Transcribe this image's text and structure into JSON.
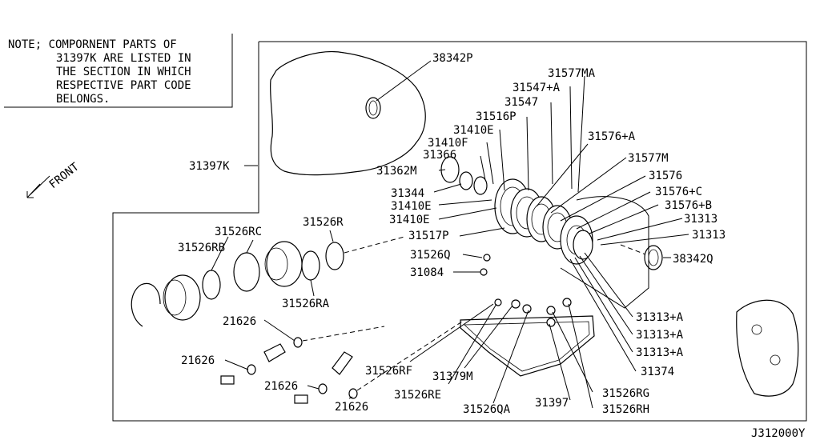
{
  "note": {
    "lines": [
      "NOTE; COMPORNENT PARTS OF",
      "31397K ARE LISTED IN",
      "THE SECTION IN WHICH",
      "RESPECTIVE PART CODE",
      "BELONGS."
    ]
  },
  "front_label": "FRONT",
  "diagram_code": "J312000Y",
  "part_labels": {
    "p38342P": "38342P",
    "p31577MA": "31577MA",
    "p31547A": "31547+A",
    "p31547": "31547",
    "p31516P": "31516P",
    "p31410E_1": "31410E",
    "p31410F": "31410F",
    "p31366": "31366",
    "p31362M": "31362M",
    "p31397K": "31397K",
    "p31576A": "31576+A",
    "p31577M": "31577M",
    "p31576": "31576",
    "p31576C": "31576+C",
    "p31576B": "31576+B",
    "p31313_1": "31313",
    "p31313_2": "31313",
    "p38342Q": "38342Q",
    "p31344": "31344",
    "p31410E_2": "31410E",
    "p31410E_3": "31410E",
    "p31517P": "31517P",
    "p31526Q": "31526Q",
    "p31084": "31084",
    "p31526RC": "31526RC",
    "p31526R": "31526R",
    "p31526RB": "31526RB",
    "p31526RA": "31526RA",
    "p31313A_1": "31313+A",
    "p31313A_2": "31313+A",
    "p31313A_3": "31313+A",
    "p31374": "31374",
    "p21626_1": "21626",
    "p21626_2": "21626",
    "p21626_3": "21626",
    "p21626_4": "21626",
    "p31526RF": "31526RF",
    "p31379M": "31379M",
    "p31526RE": "31526RE",
    "p31526RG": "31526RG",
    "p31397": "31397",
    "p31526RH": "31526RH",
    "p31526QA": "31526QA"
  }
}
